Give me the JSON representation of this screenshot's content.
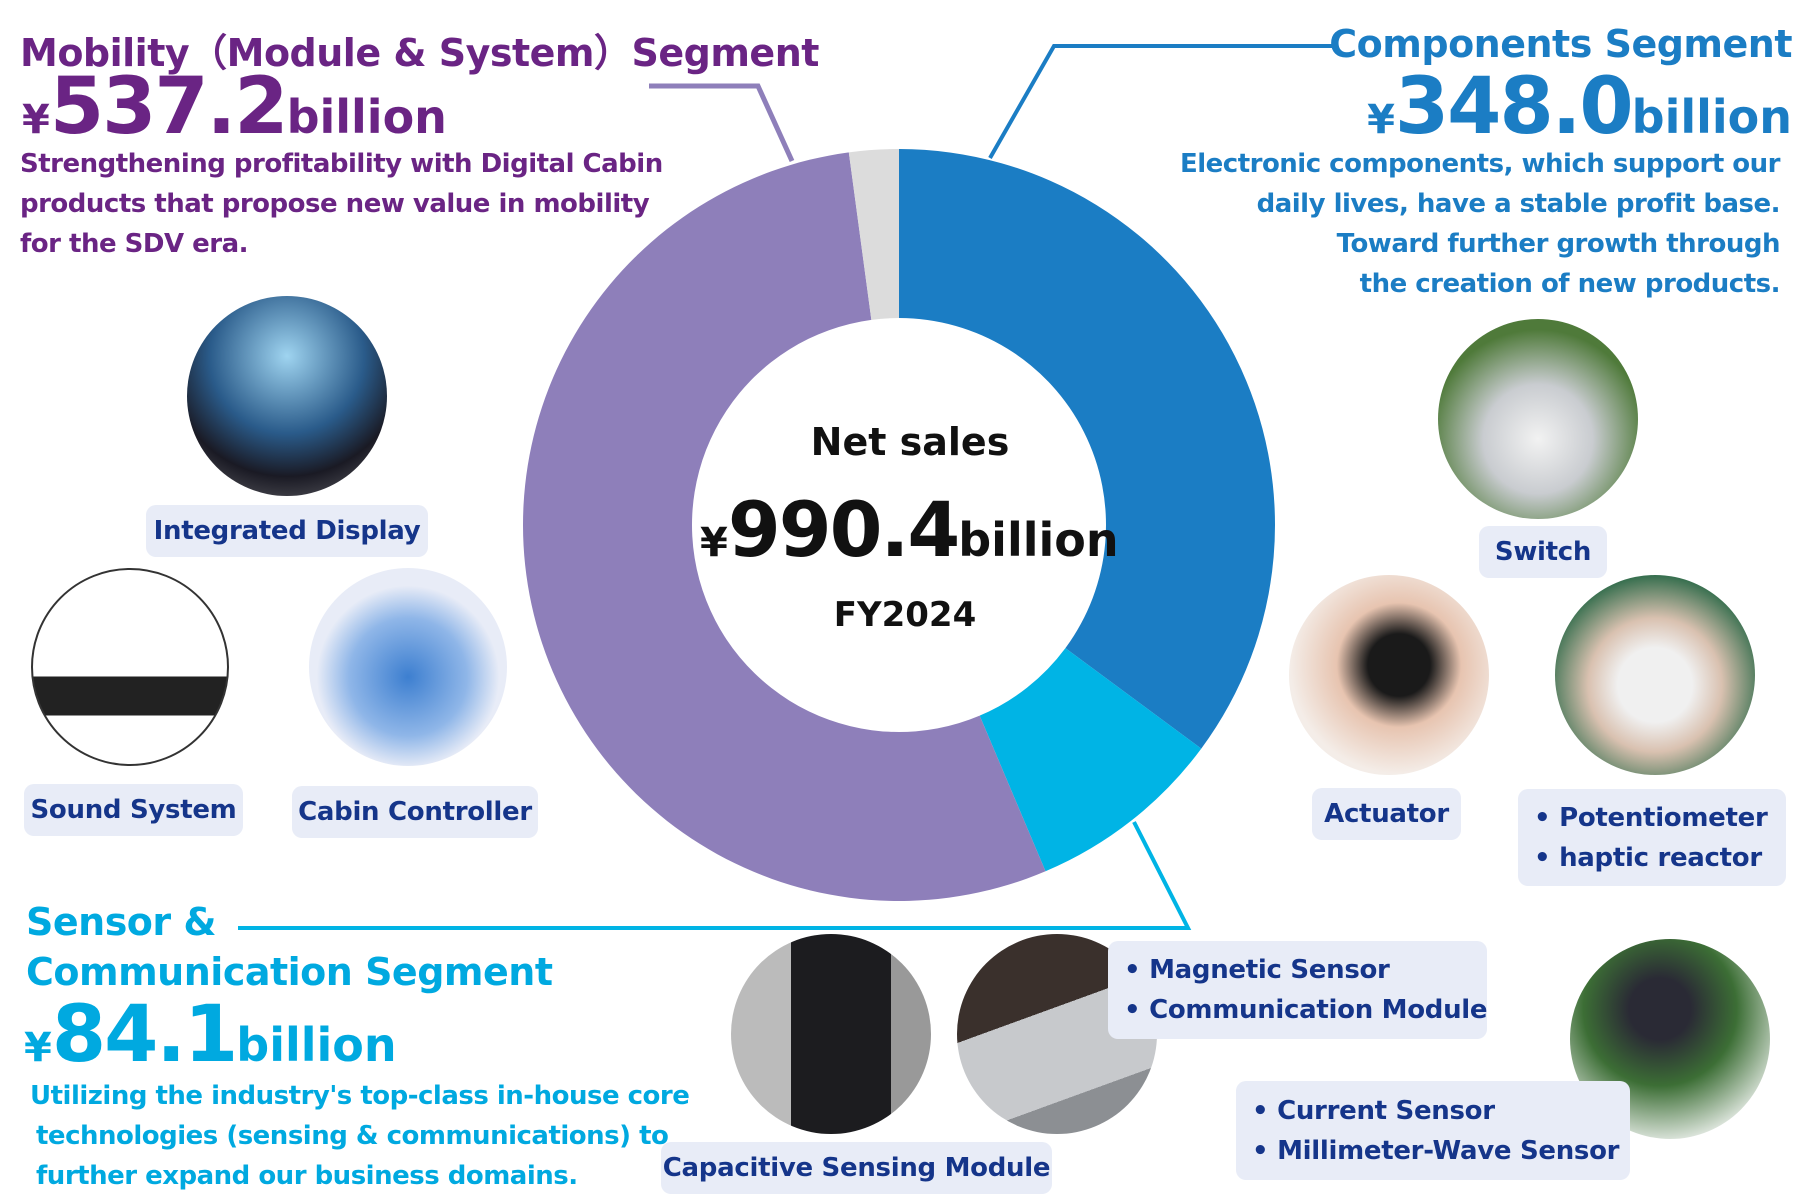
{
  "chart_data": {
    "type": "pie",
    "variant": "donut",
    "center": {
      "label": "Net sales",
      "currency": "¥",
      "value": "990.4",
      "unit": "billion",
      "period": "FY2024"
    },
    "total": 990.4,
    "slices": [
      {
        "segment": "Components Segment",
        "value": 348.0,
        "color": "#1b7dc4"
      },
      {
        "segment": "Sensor & Communication Segment",
        "value": 84.1,
        "color": "#00b4e5"
      },
      {
        "segment": "Mobility（Module & System）Segment",
        "value": 537.2,
        "color": "#8e7fba"
      },
      {
        "segment": "",
        "value": null,
        "color": "#dcdcdc"
      }
    ]
  },
  "segments": {
    "mobility": {
      "title": "Mobility（Module & System）Segment",
      "currency": "¥",
      "amount": "537.2",
      "unit": "billion",
      "desc": [
        "Strengthening profitability with Digital Cabin",
        "products that propose new value in mobility",
        "for the SDV era."
      ],
      "products": [
        "Integrated Display",
        "Sound System",
        "Cabin Controller"
      ],
      "color": "#6a2484"
    },
    "components": {
      "title": "Components Segment",
      "currency": "¥",
      "amount": "348.0",
      "unit": "billion",
      "desc": [
        "Electronic components, which support our",
        "daily lives, have a stable profit base.",
        "Toward further growth through",
        "the creation of new products."
      ],
      "products": [
        "Switch",
        "Actuator",
        "• Potentiometer",
        "• haptic reactor"
      ],
      "color": "#1b7dc4"
    },
    "sensor": {
      "title_line1": "Sensor &",
      "title_line2": "Communication Segment",
      "currency": "¥",
      "amount": "84.1",
      "unit": "billion",
      "desc": [
        "Utilizing the industry's top-class in-house core",
        "technologies (sensing & communications) to",
        "further expand our business domains."
      ],
      "products": [
        "Capacitive Sensing Module",
        "• Magnetic Sensor",
        "• Communication Module",
        "• Current Sensor",
        "• Millimeter-Wave Sensor"
      ],
      "color": "#00a9e0"
    }
  }
}
